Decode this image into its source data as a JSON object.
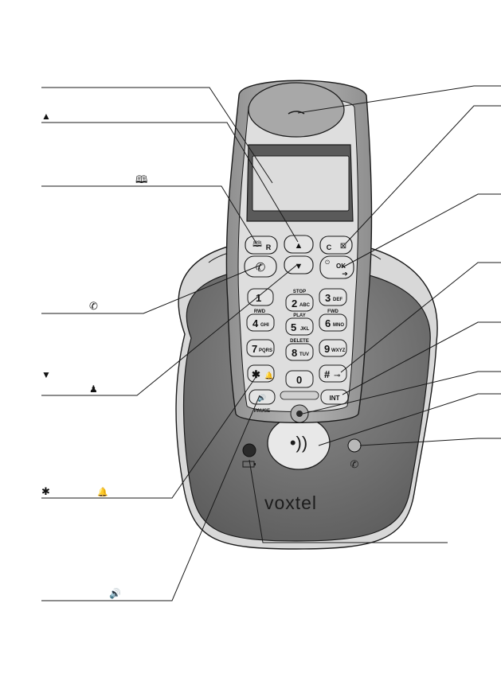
{
  "brand": "voxtel",
  "left_labels": {
    "up_arrow": "▲",
    "phonebook": "🕮",
    "talk": "✆",
    "down_arrow": "▼",
    "intercom_glyph": "♟",
    "star": "✱",
    "ringer": "🔔",
    "speaker": "🔊"
  },
  "keys": {
    "phonebook_r": "R",
    "clear": "C",
    "ok": "OK",
    "k1": "1",
    "k2": "2",
    "k2_sub": "ABC",
    "k2_top": "STOP",
    "k3": "3",
    "k3_sub": "DEF",
    "k4": "4",
    "k4_sub": "GHI",
    "k4_top": "RWD",
    "k5": "5",
    "k5_sub": "JKL",
    "k5_top": "PLAY",
    "k6": "6",
    "k6_sub": "MNO",
    "k6_top": "FWD",
    "k7": "7",
    "k7_sub": "PQRS",
    "k8": "8",
    "k8_sub": "TUV",
    "k8_top": "DELETE",
    "k9": "9",
    "k9_sub": "WXYZ",
    "k0": "0",
    "star": "✱",
    "hash": "#",
    "int": "INT",
    "pause": "PAUSE"
  },
  "colors": {
    "line": "#1a1a1a",
    "base_dark": "#6e6e6e",
    "base_light": "#c9c9c9",
    "handset_body": "#a6a6a6",
    "handset_light": "#dcdcdc",
    "screen": "#d9d9d9",
    "key": "#e4e4e4"
  }
}
